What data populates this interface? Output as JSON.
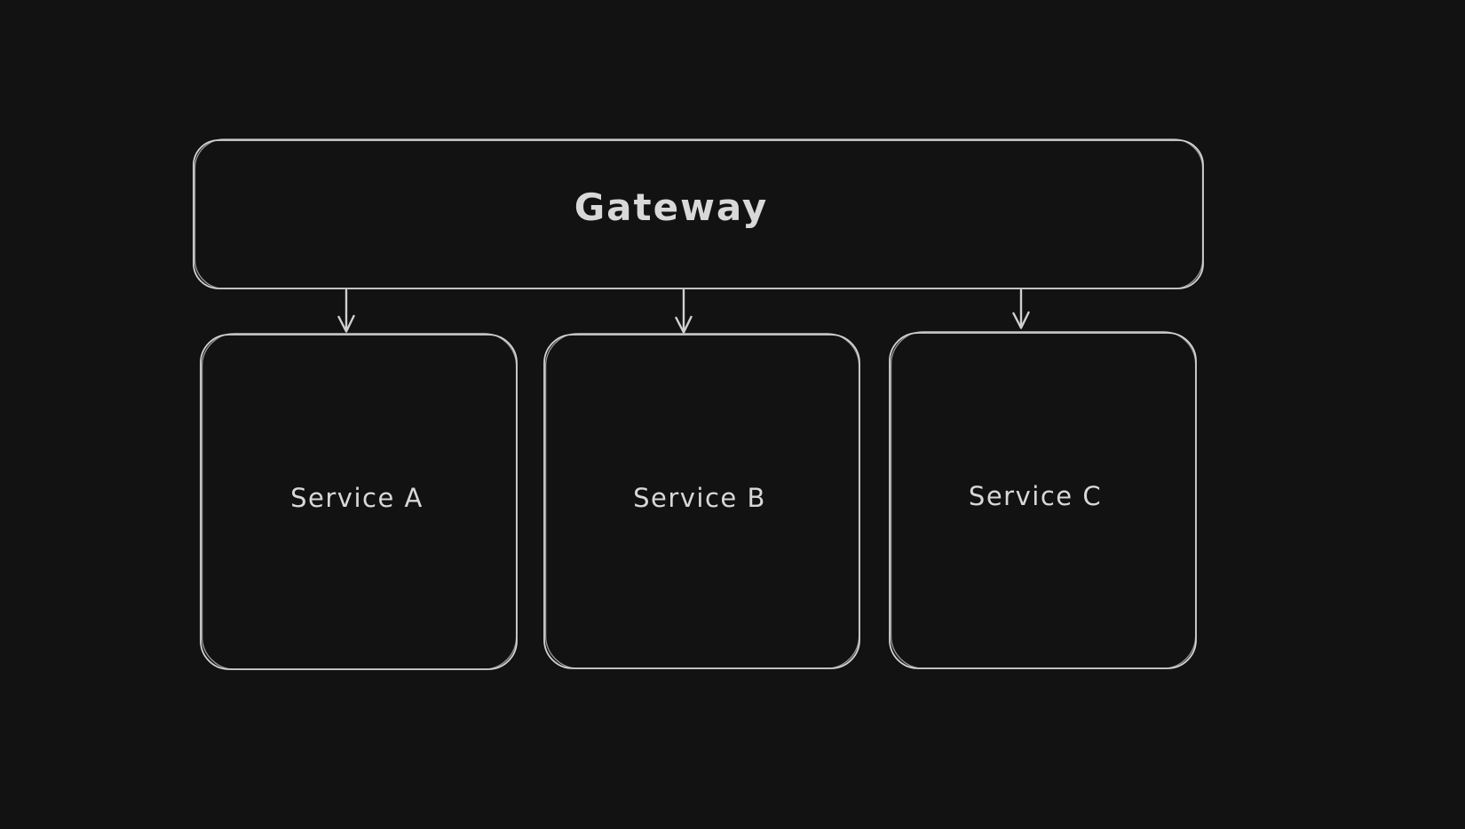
{
  "canvas": {
    "background_color": "#121212",
    "stroke_color": "#d3d3d3",
    "text_color": "#d8d8d8"
  },
  "diagram": {
    "type": "flowchart",
    "nodes": [
      {
        "id": "gateway",
        "label": "Gateway"
      },
      {
        "id": "service-a",
        "label": "Service A"
      },
      {
        "id": "service-b",
        "label": "Service B"
      },
      {
        "id": "service-c",
        "label": "Service C"
      }
    ],
    "edges": [
      {
        "from": "gateway",
        "to": "service-a"
      },
      {
        "from": "gateway",
        "to": "service-b"
      },
      {
        "from": "gateway",
        "to": "service-c"
      }
    ]
  }
}
